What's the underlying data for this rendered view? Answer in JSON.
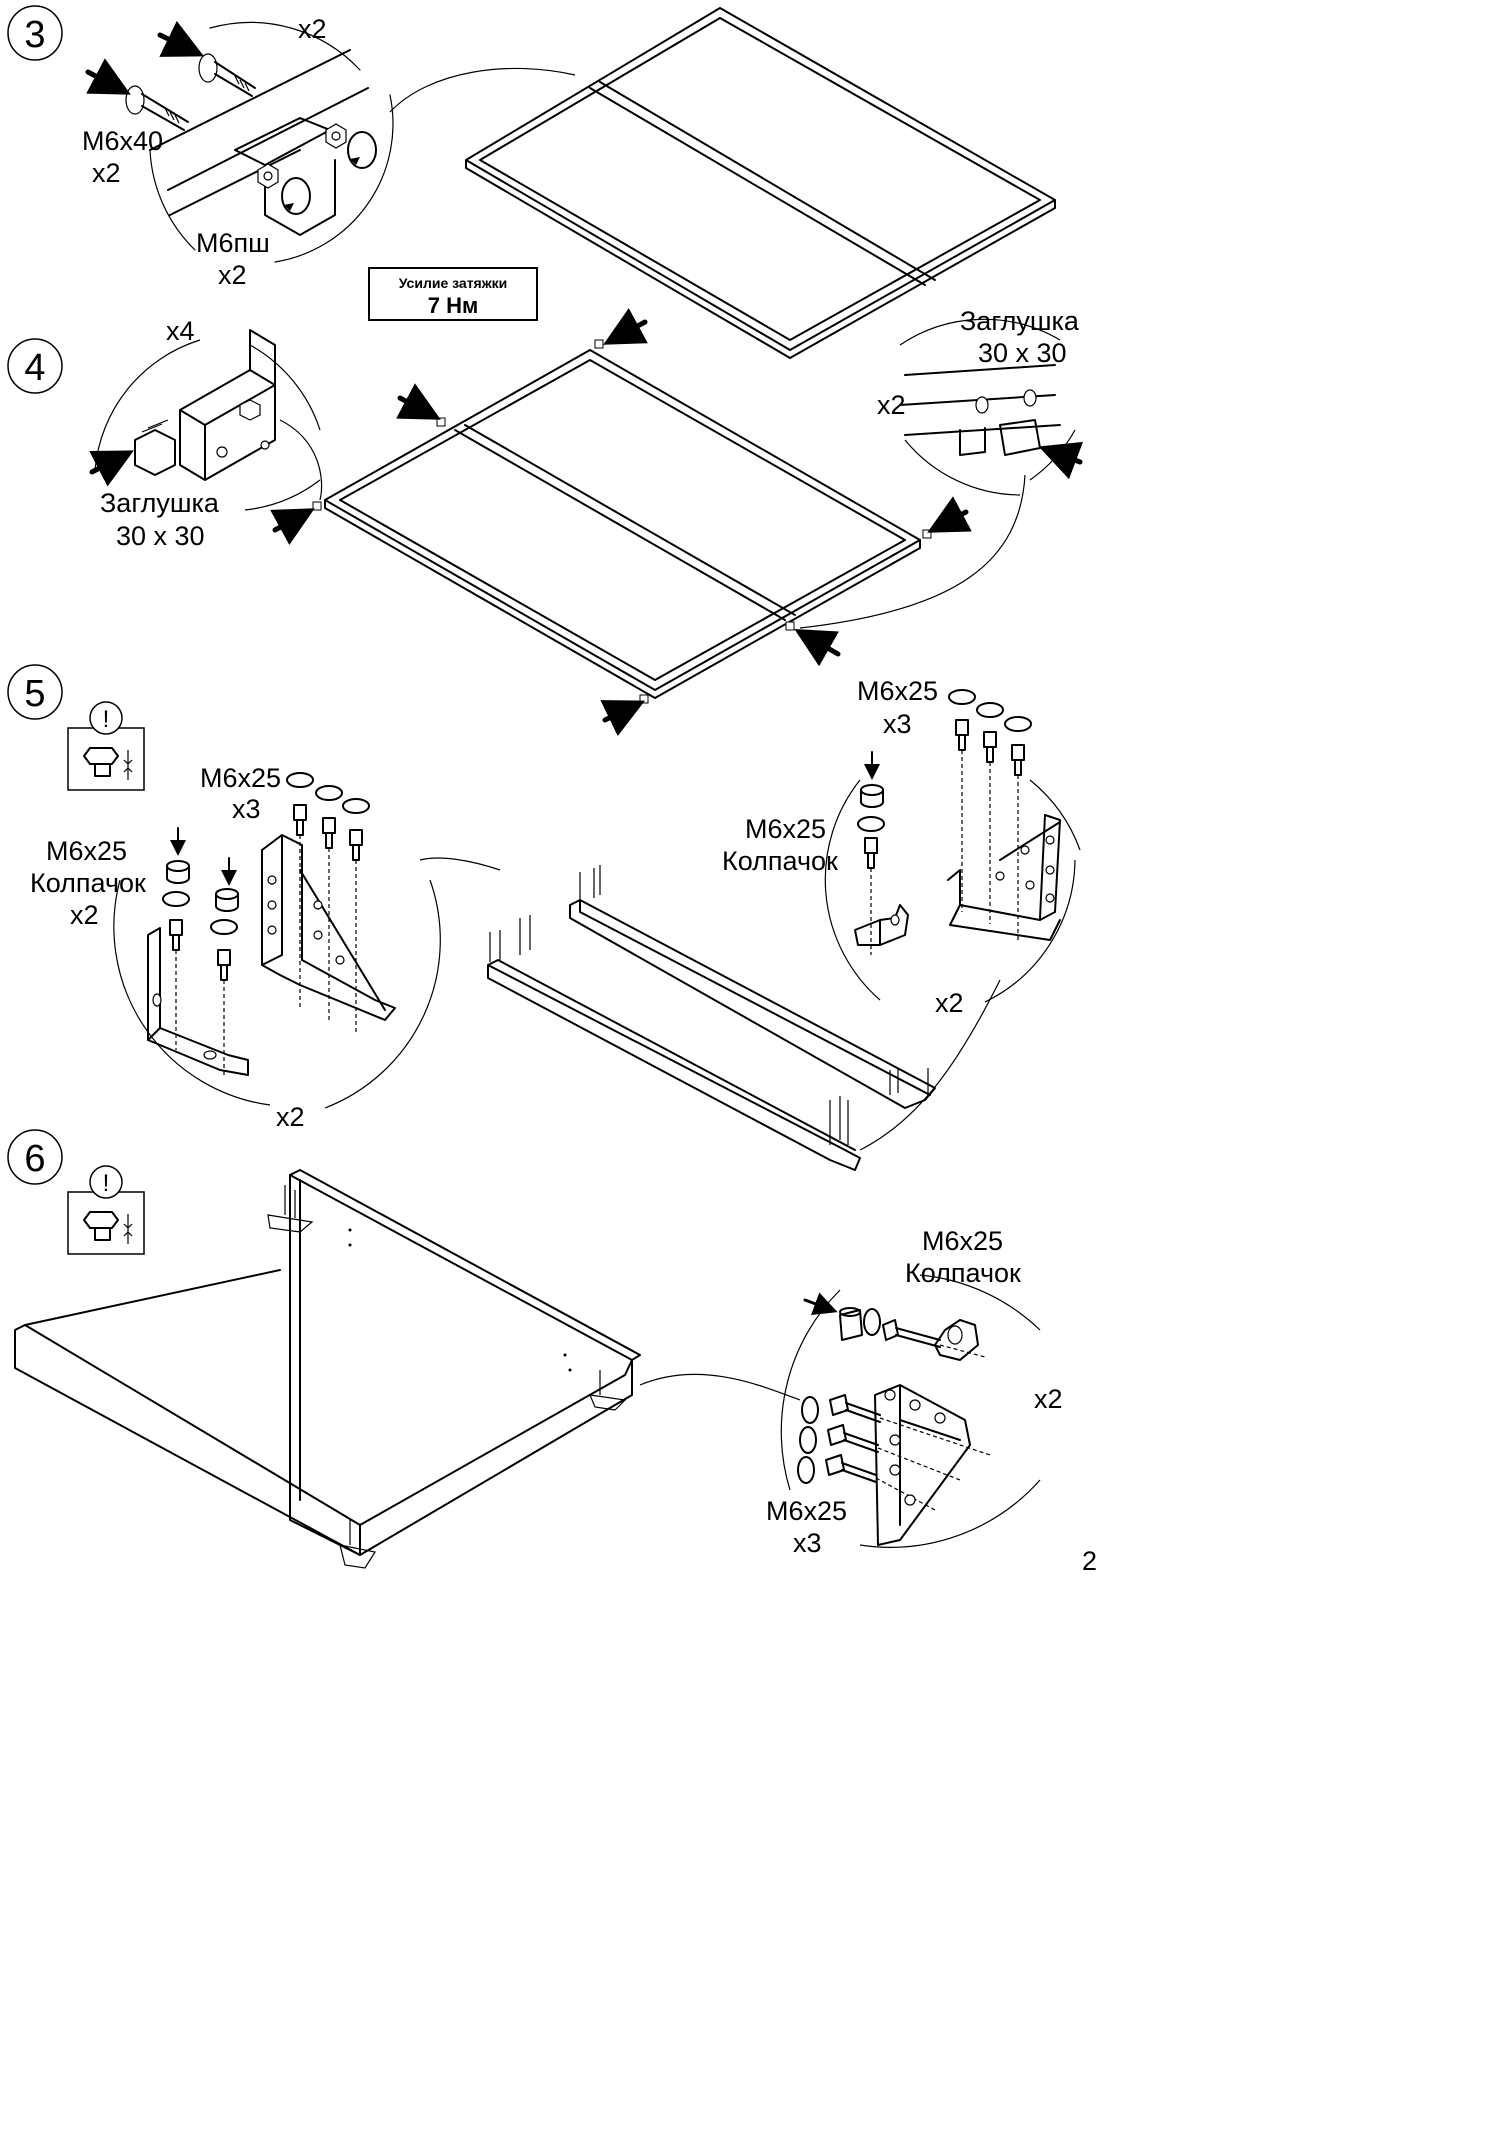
{
  "page_number": "2",
  "torque_box": {
    "title": "Усилие затяжки",
    "value": "7 Нм"
  },
  "steps": [
    {
      "number": "3",
      "detail_qty": "x2",
      "bolt_label": "M6x40",
      "bolt_qty": "x2",
      "nut_label": "M6пш",
      "nut_qty": "x2"
    },
    {
      "number": "4",
      "left_qty": "x4",
      "left_cap_label": "Заглушка",
      "left_cap_size": "30 x 30",
      "right_cap_label": "Заглушка",
      "right_cap_size": "30 x 30",
      "right_qty": "x2"
    },
    {
      "number": "5",
      "warning": "!",
      "left_bolt_label": "M6x25",
      "left_bolt_qty": "x3",
      "left_cap_bolt_label": "M6x25",
      "left_cap_label": "Колпачок",
      "left_cap_qty": "x2",
      "left_detail_qty": "x2",
      "right_bolt_label": "M6x25",
      "right_bolt_qty": "x3",
      "right_cap_bolt_label": "M6x25",
      "right_cap_label": "Колпачок",
      "right_detail_qty": "x2"
    },
    {
      "number": "6",
      "warning": "!",
      "cap_bolt_label": "M6x25",
      "cap_label": "Колпачок",
      "detail_qty": "x2",
      "bolt_label": "M6x25",
      "bolt_qty": "x3"
    }
  ]
}
